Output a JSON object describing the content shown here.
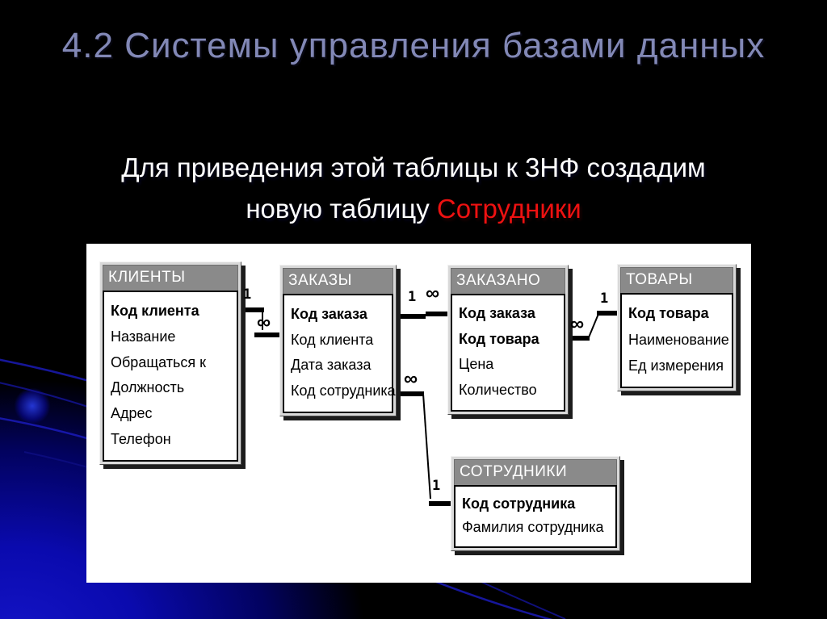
{
  "slide": {
    "title": "4.2 Системы управления базами данных",
    "subtitle_line1": "Для приведения этой таблицы к 3НФ создадим",
    "subtitle_line2_prefix": "новую таблицу ",
    "subtitle_line2_highlight": "Сотрудники",
    "colors": {
      "background": "#000000",
      "title_text": "#8288b6",
      "subtitle_text": "#ffffff",
      "highlight_text": "#ee1111",
      "glow_accent": "#0a0aae",
      "table_header_bg": "#8a8a8a",
      "panel_bg": "#ffffff"
    }
  },
  "diagram": {
    "tables": [
      {
        "name": "КЛИЕНТЫ",
        "fields": [
          {
            "label": "Код клиента",
            "key": true
          },
          {
            "label": "Название",
            "key": false
          },
          {
            "label": "Обращаться к",
            "key": false
          },
          {
            "label": "Должность",
            "key": false
          },
          {
            "label": "Адрес",
            "key": false
          },
          {
            "label": "Телефон",
            "key": false
          }
        ]
      },
      {
        "name": "ЗАКАЗЫ",
        "fields": [
          {
            "label": "Код заказа",
            "key": true
          },
          {
            "label": "Код клиента",
            "key": false
          },
          {
            "label": "Дата заказа",
            "key": false
          },
          {
            "label": "Код сотрудника",
            "key": false
          }
        ]
      },
      {
        "name": "ЗАКАЗАНО",
        "fields": [
          {
            "label": "Код заказа",
            "key": true
          },
          {
            "label": "Код товара",
            "key": true
          },
          {
            "label": "Цена",
            "key": false
          },
          {
            "label": "Количество",
            "key": false
          }
        ]
      },
      {
        "name": "ТОВАРЫ",
        "fields": [
          {
            "label": "Код товара",
            "key": true
          },
          {
            "label": "Наименование",
            "key": false
          },
          {
            "label": "Ед измерения",
            "key": false
          }
        ]
      },
      {
        "name": "СОТРУДНИКИ",
        "fields": [
          {
            "label": "Код сотрудника",
            "key": true
          },
          {
            "label": "Фамилия сотрудника",
            "key": false
          }
        ]
      }
    ],
    "relations": [
      {
        "from": "КЛИЕНТЫ",
        "to": "ЗАКАЗЫ",
        "from_card": "1",
        "to_card": "∞"
      },
      {
        "from": "ЗАКАЗЫ",
        "to": "ЗАКАЗАНО",
        "from_card": "1",
        "to_card": "∞"
      },
      {
        "from": "ТОВАРЫ",
        "to": "ЗАКАЗАНО",
        "from_card": "1",
        "to_card": "∞"
      },
      {
        "from": "СОТРУДНИКИ",
        "to": "ЗАКАЗЫ",
        "from_card": "1",
        "to_card": "∞"
      }
    ]
  }
}
